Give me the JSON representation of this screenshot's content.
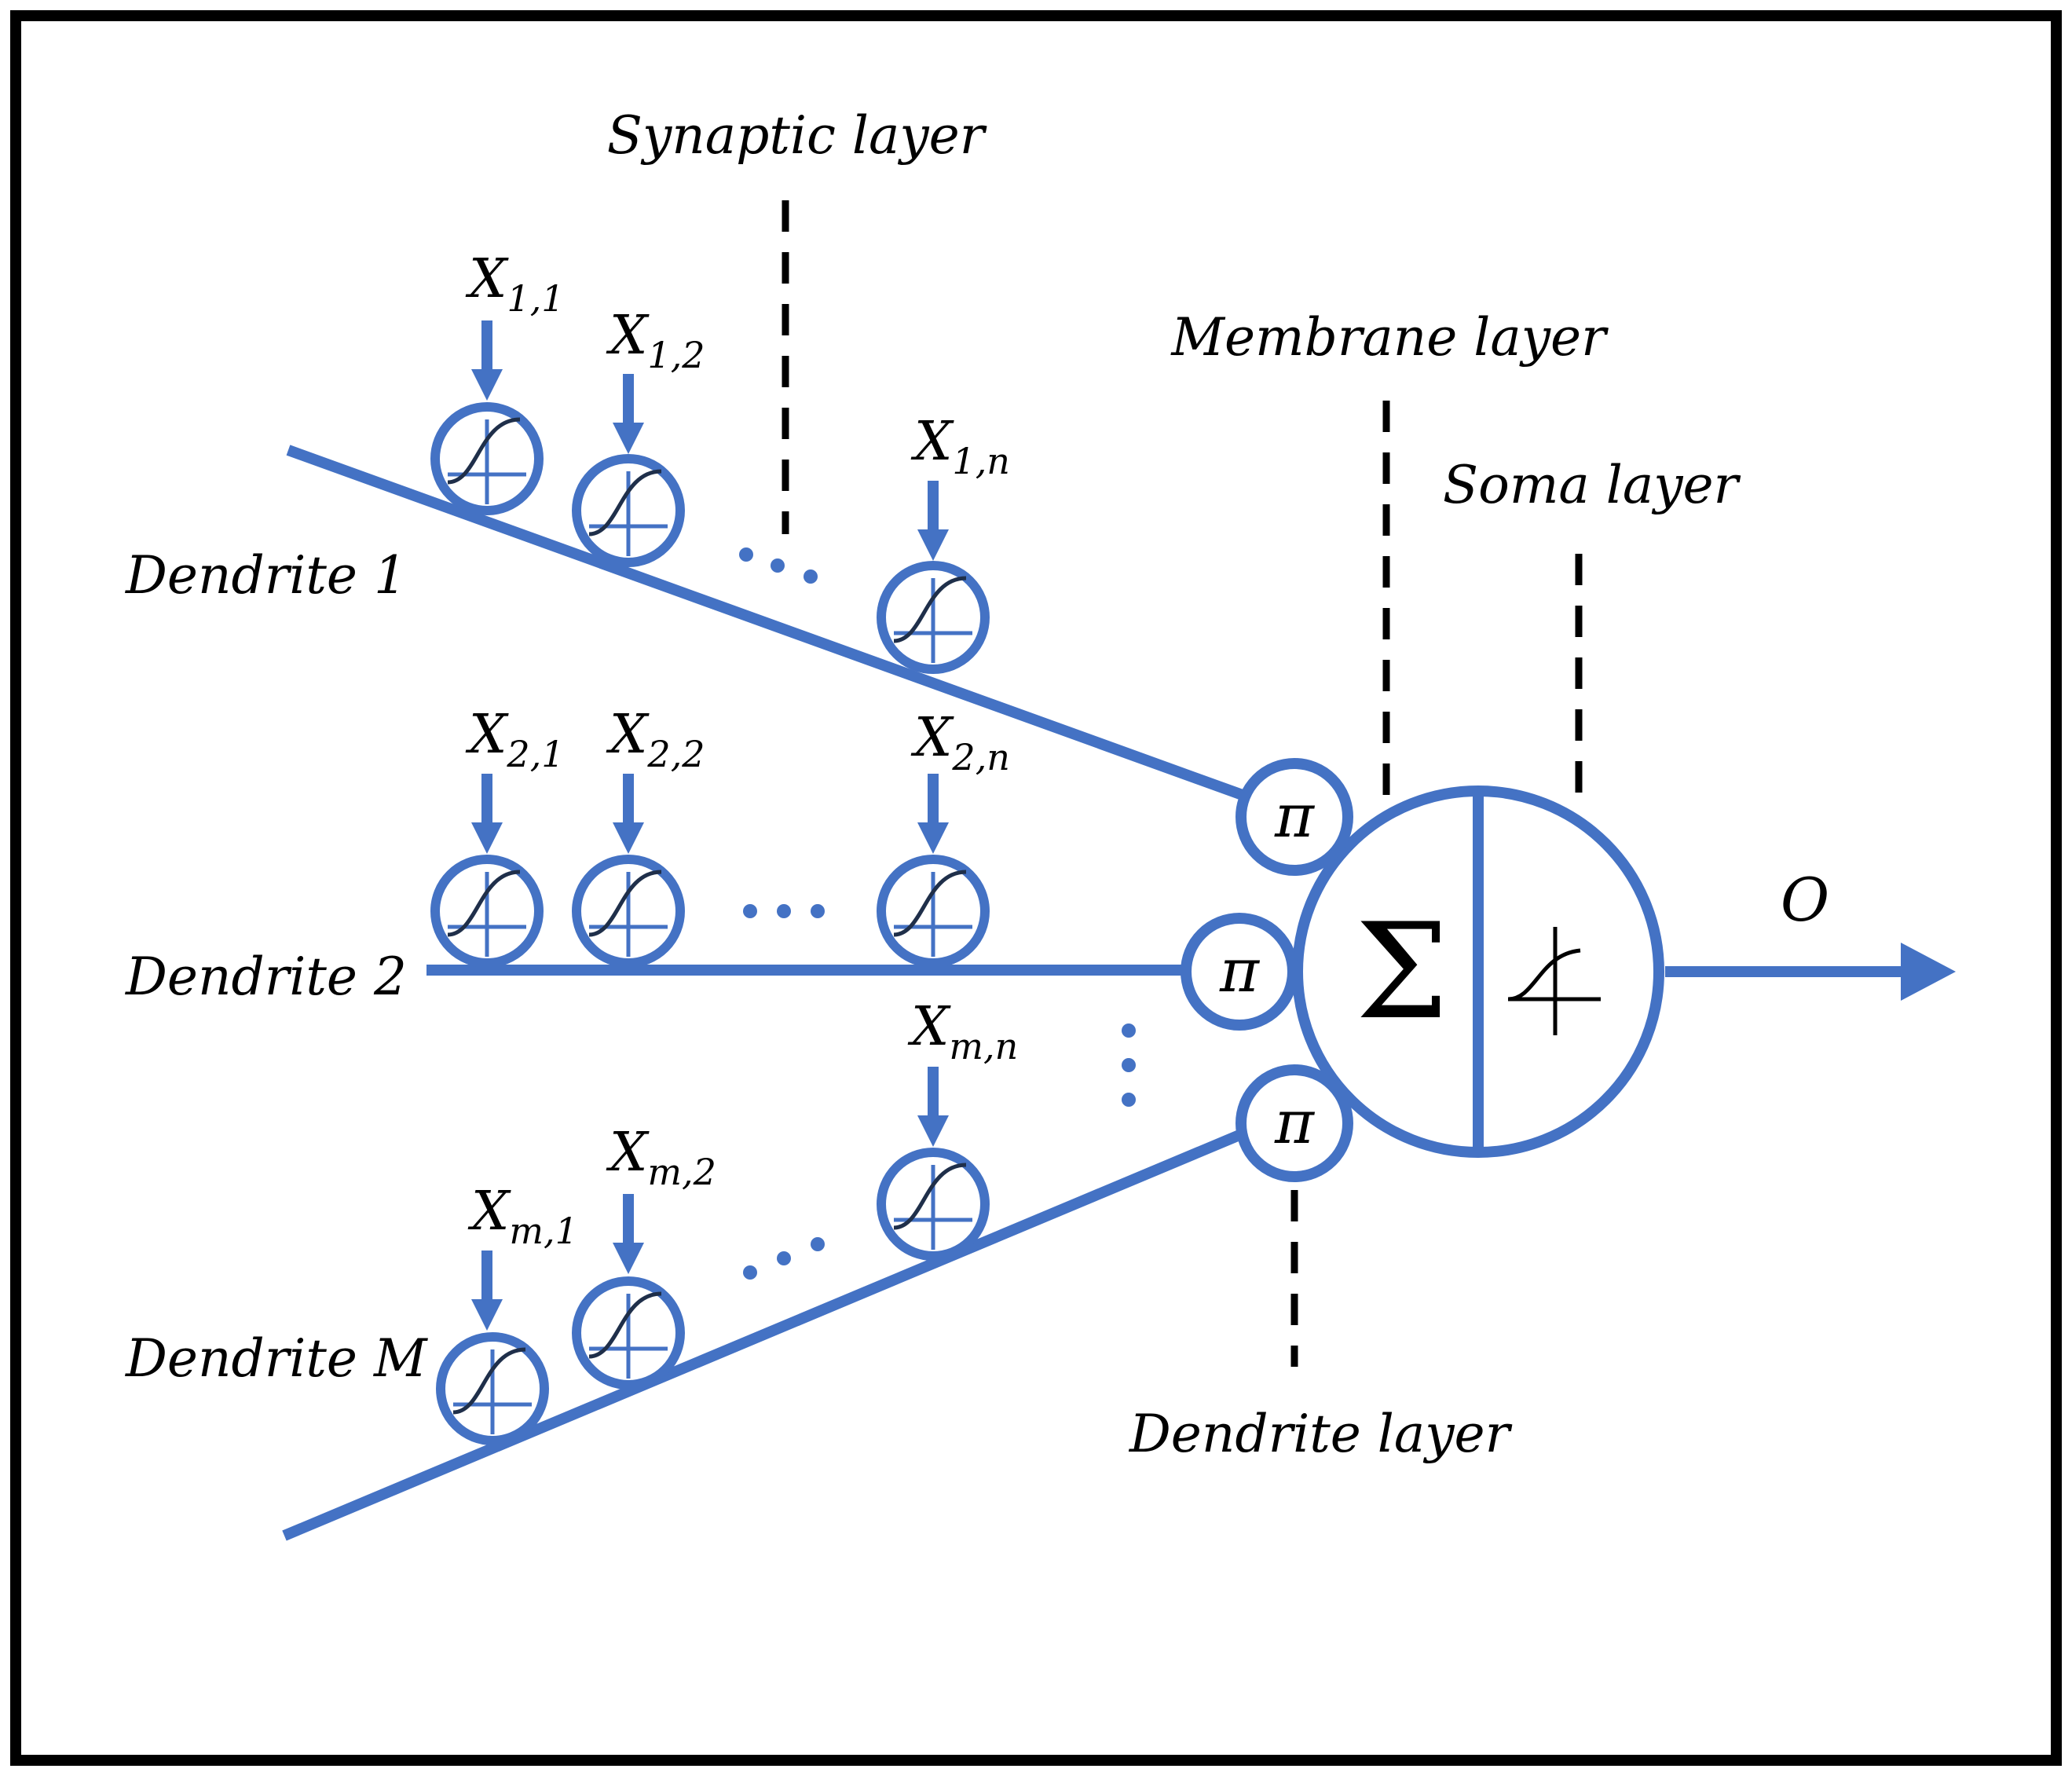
{
  "labels": {
    "synaptic_layer": "Synaptic layer",
    "membrane_layer": "Membrane layer",
    "soma_layer": "Soma layer",
    "dendrite_layer": "Dendrite layer",
    "dendrite_1": "Dendrite 1",
    "dendrite_2": "Dendrite 2",
    "dendrite_m": "Dendrite M",
    "output": "O"
  },
  "inputs": {
    "x11": {
      "base": "X",
      "sub": "1,1"
    },
    "x12": {
      "base": "X",
      "sub": "1,2"
    },
    "x1n": {
      "base": "X",
      "sub": "1,n"
    },
    "x21": {
      "base": "X",
      "sub": "2,1"
    },
    "x22": {
      "base": "X",
      "sub": "2,2"
    },
    "x2n": {
      "base": "X",
      "sub": "2,n"
    },
    "xm1": {
      "base": "X",
      "sub": "m,1"
    },
    "xm2": {
      "base": "X",
      "sub": "m,2"
    },
    "xmn": {
      "base": "X",
      "sub": "m,n"
    }
  },
  "symbols": {
    "product": "π",
    "sum": "Σ"
  },
  "colors": {
    "accent": "#4472C4",
    "text": "#000000",
    "frame": "#000000",
    "background": "#ffffff"
  },
  "icons": {
    "synapse": "sigmoid-curve-icon",
    "soma": "step-activation-icon",
    "ellipsis": "dots"
  }
}
